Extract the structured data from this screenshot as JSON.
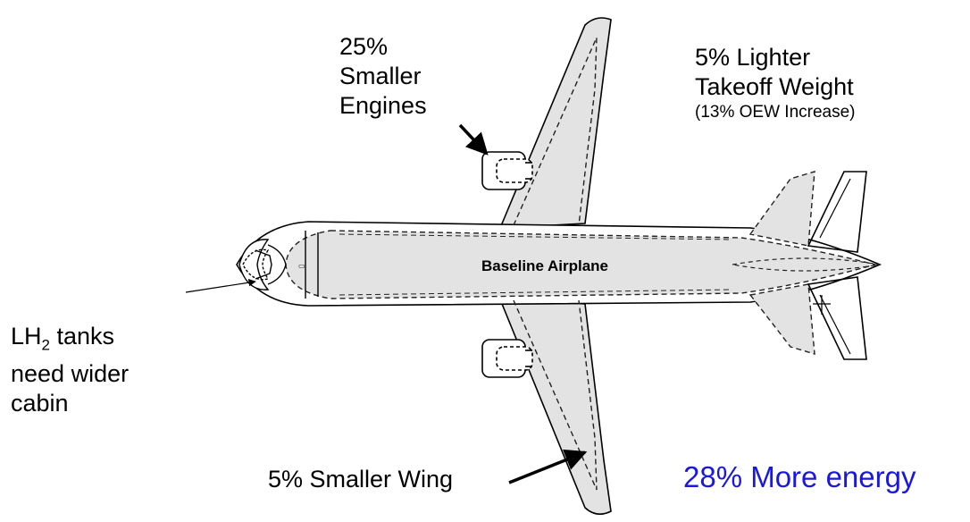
{
  "labels": {
    "engines_line1": "25%",
    "engines_line2": "Smaller",
    "engines_line3": "Engines",
    "weight_line1": "5% Lighter",
    "weight_line2": "Takeoff Weight",
    "weight_line3": "(13% OEW Increase)",
    "tanks_prefix": "LH",
    "tanks_subscript": "2",
    "tanks_line1_rest": " tanks",
    "tanks_line2": "need wider",
    "tanks_line3": "cabin",
    "wing": "5% Smaller Wing",
    "energy": "28% More energy",
    "baseline": "Baseline Airplane"
  },
  "colors": {
    "fill": "#e3e3e3",
    "outline": "#000000",
    "energy": "#1a17e0"
  }
}
